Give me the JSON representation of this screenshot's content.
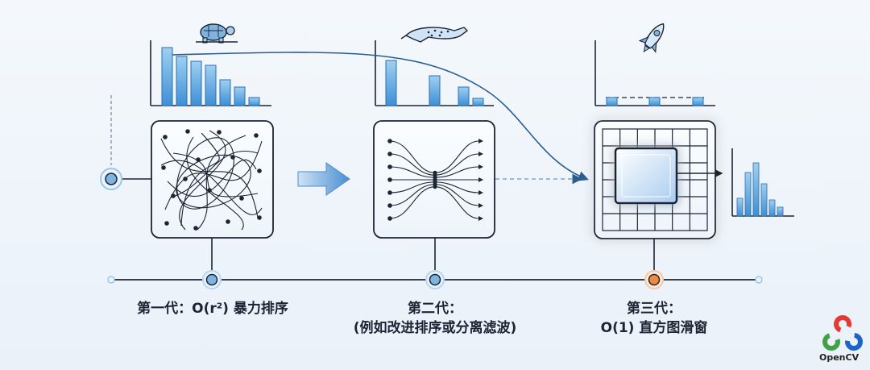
{
  "stages": [
    {
      "caption_line1": "第一代：O(r²) 暴力排序",
      "caption_line2": "",
      "speed_icon": "turtle-icon",
      "node_color": "#7fb3e0"
    },
    {
      "caption_line1": "第二代：",
      "caption_line2": "(例如改进排序或分离滤波)",
      "speed_icon": "cheetah-icon",
      "node_color": "#7fb3e0"
    },
    {
      "caption_line1": "第三代：",
      "caption_line2": "O(1) 直方图滑窗",
      "speed_icon": "rocket-icon",
      "node_color": "#f08a3c"
    }
  ],
  "logo": {
    "text": "OpenCV",
    "colors": [
      "#e53935",
      "#43a047",
      "#1e63c9"
    ]
  },
  "colors": {
    "accent": "#4a90d9",
    "ink": "#1d2433",
    "highlight": "#f08a3c"
  }
}
